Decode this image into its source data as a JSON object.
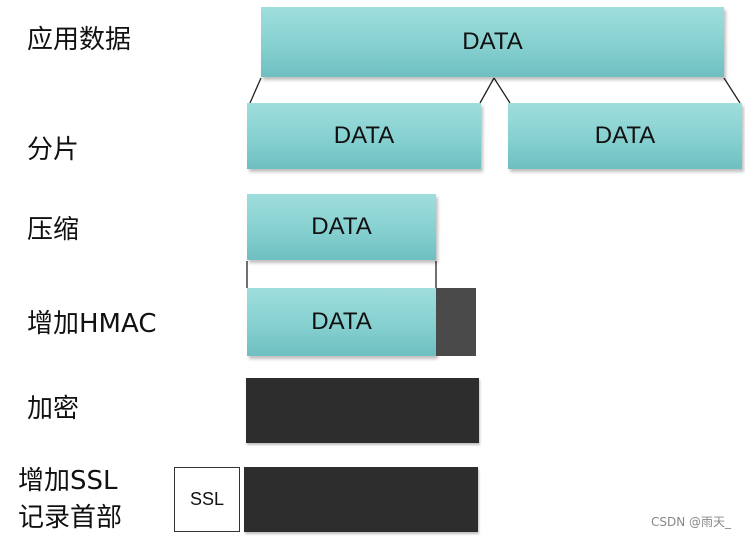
{
  "steps": {
    "app_data": {
      "label": "应用数据"
    },
    "fragment": {
      "label": "分片"
    },
    "compress": {
      "label": "压缩"
    },
    "add_hmac": {
      "label": "增加HMAC"
    },
    "encrypt": {
      "label": "加密"
    },
    "add_ssl": {
      "label_line1": "增加SSL",
      "label_line2": "记录首部"
    }
  },
  "boxes": {
    "data_text": "DATA",
    "ssl_text": "SSL"
  },
  "colors": {
    "data_block": "#8fd6d6",
    "encrypted_block": "#2d2d2d",
    "mac_block": "#4a4a4a"
  },
  "watermark": "CSDN @雨天_"
}
